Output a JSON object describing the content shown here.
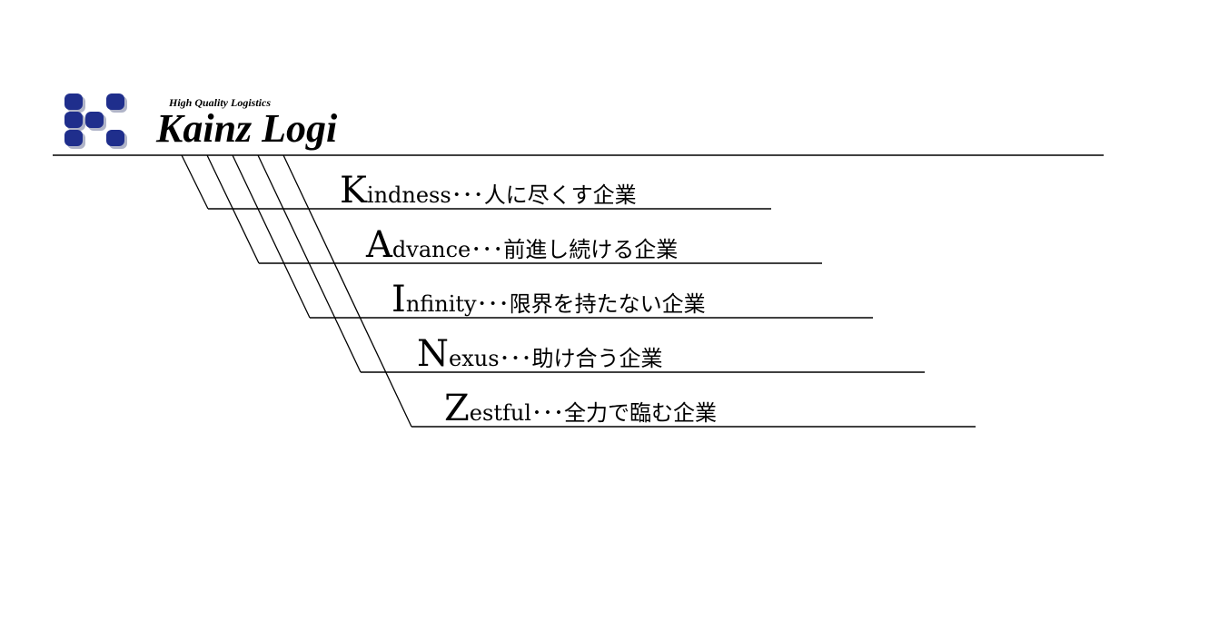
{
  "brand": {
    "tagline": "High Quality Logistics",
    "name": "Kainz Logi",
    "mark_color": "#1f2e8c",
    "mark_shadow": "#b0b4c8"
  },
  "values": [
    {
      "initial": "K",
      "rest": "indness",
      "separator": "･･･",
      "desc": "人に尽くす企業"
    },
    {
      "initial": "A",
      "rest": "dvance",
      "separator": "･･･",
      "desc": "前進し続ける企業"
    },
    {
      "initial": "I",
      "rest": "nfinity",
      "separator": "･･･",
      "desc": "限界を持たない企業"
    },
    {
      "initial": "N",
      "rest": "exus",
      "separator": "･･･",
      "desc": "助け合う企業"
    },
    {
      "initial": "Z",
      "rest": "estful",
      "separator": "･･･",
      "desc": "全力で臨む企業"
    }
  ]
}
